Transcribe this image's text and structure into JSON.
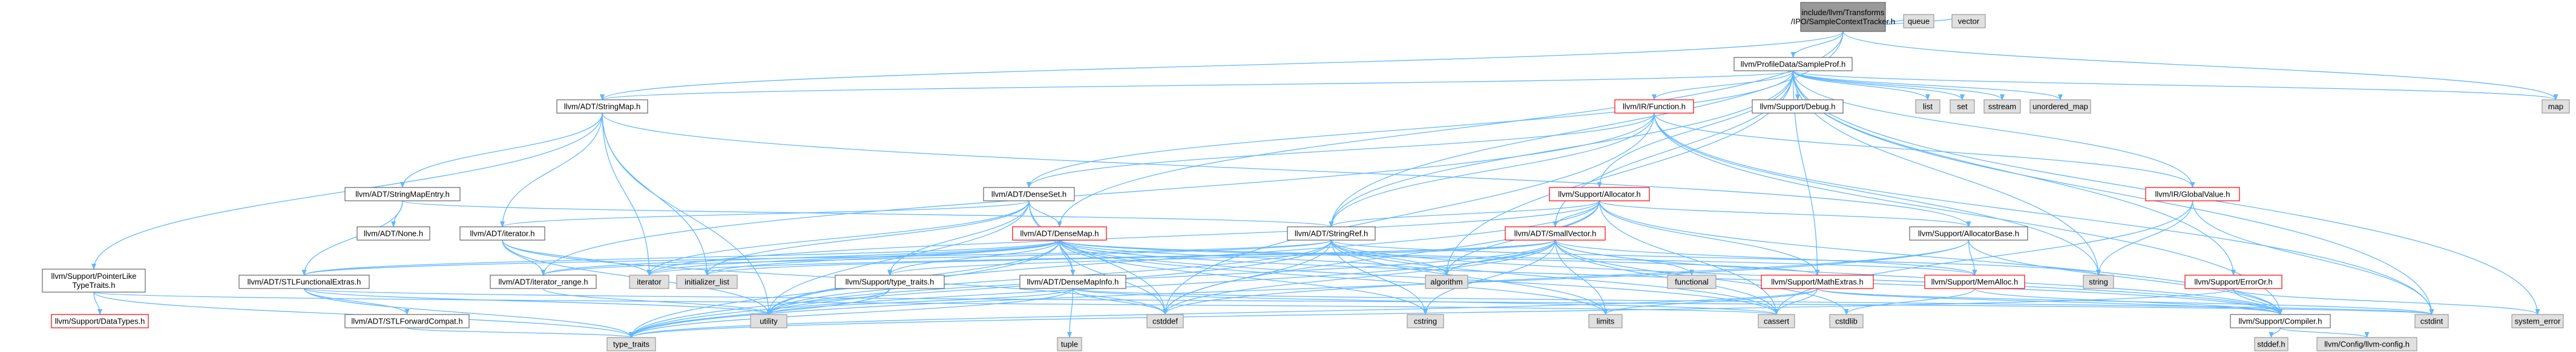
{
  "colors": {
    "root_fill": "#999999",
    "root_border": "#666666",
    "file_fill": "#ffffff",
    "file_border": "#666666",
    "red_border": "#ff0000",
    "system_fill": "#e0e0e0",
    "system_border": "#999999",
    "edge": "#63b8ff",
    "red_text": "#ff0000",
    "text": "#000000"
  },
  "nodes": [
    {
      "id": "root",
      "label": "include/llvm/Transforms\n/IPO/SampleContextTracker.h",
      "style": "root"
    },
    {
      "id": "queue",
      "label": "queue",
      "style": "system"
    },
    {
      "id": "vector",
      "label": "vector",
      "style": "system"
    },
    {
      "id": "sampleprof",
      "label": "llvm/ProfileData/SampleProf.h",
      "style": "file"
    },
    {
      "id": "map",
      "label": "map",
      "style": "system"
    },
    {
      "id": "stringmap",
      "label": "llvm/ADT/StringMap.h",
      "style": "file"
    },
    {
      "id": "irfunction",
      "label": "llvm/IR/Function.h",
      "style": "red"
    },
    {
      "id": "debug",
      "label": "llvm/Support/Debug.h",
      "style": "file"
    },
    {
      "id": "list",
      "label": "list",
      "style": "system"
    },
    {
      "id": "set",
      "label": "set",
      "style": "system"
    },
    {
      "id": "sstream",
      "label": "sstream",
      "style": "system"
    },
    {
      "id": "unordered_map",
      "label": "unordered_map",
      "style": "system"
    },
    {
      "id": "stringmapentry",
      "label": "llvm/ADT/StringMapEntry.h",
      "style": "file"
    },
    {
      "id": "denseset",
      "label": "llvm/ADT/DenseSet.h",
      "style": "file"
    },
    {
      "id": "allocator",
      "label": "llvm/Support/Allocator.h",
      "style": "red"
    },
    {
      "id": "globalvalue",
      "label": "llvm/IR/GlobalValue.h",
      "style": "red"
    },
    {
      "id": "pointerlike",
      "label": "llvm/Support/PointerLike\nTypeTraits.h",
      "style": "file"
    },
    {
      "id": "none",
      "label": "llvm/ADT/None.h",
      "style": "file"
    },
    {
      "id": "iteratorh",
      "label": "llvm/ADT/iterator.h",
      "style": "file"
    },
    {
      "id": "densemap",
      "label": "llvm/ADT/DenseMap.h",
      "style": "red"
    },
    {
      "id": "stringref",
      "label": "llvm/ADT/StringRef.h",
      "style": "file"
    },
    {
      "id": "smallvector",
      "label": "llvm/ADT/SmallVector.h",
      "style": "red"
    },
    {
      "id": "allocatorbase",
      "label": "llvm/Support/AllocatorBase.h",
      "style": "file"
    },
    {
      "id": "erroror",
      "label": "llvm/Support/ErrorOr.h",
      "style": "red"
    },
    {
      "id": "datatypes",
      "label": "llvm/Support/DataTypes.h",
      "style": "red"
    },
    {
      "id": "stlfunctional",
      "label": "llvm/ADT/STLFunctionalExtras.h",
      "style": "file"
    },
    {
      "id": "iteratorrange",
      "label": "llvm/ADT/iterator_range.h",
      "style": "file"
    },
    {
      "id": "iterator",
      "label": "iterator",
      "style": "system"
    },
    {
      "id": "initializer_list",
      "label": "initializer_list",
      "style": "system"
    },
    {
      "id": "typetraitsh",
      "label": "llvm/Support/type_traits.h",
      "style": "file"
    },
    {
      "id": "densemapinfo",
      "label": "llvm/ADT/DenseMapInfo.h",
      "style": "file"
    },
    {
      "id": "algorithm",
      "label": "algorithm",
      "style": "system"
    },
    {
      "id": "functional",
      "label": "functional",
      "style": "system"
    },
    {
      "id": "mathextras",
      "label": "llvm/Support/MathExtras.h",
      "style": "red"
    },
    {
      "id": "memalloc",
      "label": "llvm/Support/MemAlloc.h",
      "style": "red"
    },
    {
      "id": "string",
      "label": "string",
      "style": "system"
    },
    {
      "id": "system_error",
      "label": "system_error",
      "style": "system"
    },
    {
      "id": "stlforward",
      "label": "llvm/ADT/STLForwardCompat.h",
      "style": "file"
    },
    {
      "id": "utility",
      "label": "utility",
      "style": "system"
    },
    {
      "id": "tuple",
      "label": "tuple",
      "style": "system"
    },
    {
      "id": "cstddef",
      "label": "cstddef",
      "style": "system"
    },
    {
      "id": "cstring",
      "label": "cstring",
      "style": "system"
    },
    {
      "id": "limits",
      "label": "limits",
      "style": "system"
    },
    {
      "id": "cassert",
      "label": "cassert",
      "style": "system"
    },
    {
      "id": "cstdlib",
      "label": "cstdlib",
      "style": "system"
    },
    {
      "id": "compiler",
      "label": "llvm/Support/Compiler.h",
      "style": "file"
    },
    {
      "id": "cstdint",
      "label": "cstdint",
      "style": "system"
    },
    {
      "id": "type_traits",
      "label": "type_traits",
      "style": "system"
    },
    {
      "id": "stddef",
      "label": "stddef.h",
      "style": "system"
    },
    {
      "id": "llvmconfig",
      "label": "llvm/Config/llvm-config.h",
      "style": "system"
    }
  ],
  "edges": [
    [
      "root",
      "queue"
    ],
    [
      "root",
      "vector"
    ],
    [
      "root",
      "sampleprof"
    ],
    [
      "root",
      "map"
    ],
    [
      "root",
      "stringmap"
    ],
    [
      "root",
      "stringref"
    ],
    [
      "root",
      "densemap"
    ],
    [
      "sampleprof",
      "stringmap"
    ],
    [
      "sampleprof",
      "irfunction"
    ],
    [
      "sampleprof",
      "debug"
    ],
    [
      "sampleprof",
      "list"
    ],
    [
      "sampleprof",
      "set"
    ],
    [
      "sampleprof",
      "sstream"
    ],
    [
      "sampleprof",
      "unordered_map"
    ],
    [
      "sampleprof",
      "map"
    ],
    [
      "sampleprof",
      "denseset"
    ],
    [
      "sampleprof",
      "allocator"
    ],
    [
      "sampleprof",
      "globalvalue"
    ],
    [
      "sampleprof",
      "stringref"
    ],
    [
      "sampleprof",
      "smallvector"
    ],
    [
      "sampleprof",
      "erroror"
    ],
    [
      "sampleprof",
      "mathextras"
    ],
    [
      "sampleprof",
      "cstdint"
    ],
    [
      "sampleprof",
      "string"
    ],
    [
      "sampleprof",
      "system_error"
    ],
    [
      "sampleprof",
      "algorithm"
    ],
    [
      "stringmap",
      "stringmapentry"
    ],
    [
      "stringmap",
      "allocatorbase"
    ],
    [
      "stringmap",
      "iteratorh"
    ],
    [
      "stringmap",
      "pointerlike"
    ],
    [
      "stringmap",
      "iterator"
    ],
    [
      "stringmap",
      "initializer_list"
    ],
    [
      "stringmap",
      "utility"
    ],
    [
      "irfunction",
      "denseset"
    ],
    [
      "irfunction",
      "stringref"
    ],
    [
      "irfunction",
      "globalvalue"
    ],
    [
      "irfunction",
      "string"
    ],
    [
      "irfunction",
      "cstdint"
    ],
    [
      "irfunction",
      "cstddef"
    ],
    [
      "irfunction",
      "iteratorrange"
    ],
    [
      "irfunction",
      "compiler"
    ],
    [
      "stringmapentry",
      "none"
    ],
    [
      "stringmapentry",
      "stringref"
    ],
    [
      "stringmapentry",
      "stlfunctional"
    ],
    [
      "denseset",
      "densemap"
    ],
    [
      "denseset",
      "densemapinfo"
    ],
    [
      "denseset",
      "iteratorh"
    ],
    [
      "denseset",
      "iterator"
    ],
    [
      "denseset",
      "initializer_list"
    ],
    [
      "denseset",
      "cstddef"
    ],
    [
      "denseset",
      "utility"
    ],
    [
      "denseset",
      "typetraitsh"
    ],
    [
      "allocator",
      "allocatorbase"
    ],
    [
      "allocator",
      "mathextras"
    ],
    [
      "allocator",
      "smallvector"
    ],
    [
      "allocator",
      "stringref"
    ],
    [
      "allocator",
      "algorithm"
    ],
    [
      "allocator",
      "cassert"
    ],
    [
      "allocator",
      "cstddef"
    ],
    [
      "allocator",
      "iterator"
    ],
    [
      "allocator",
      "compiler"
    ],
    [
      "allocator",
      "utility"
    ],
    [
      "globalvalue",
      "string"
    ],
    [
      "globalvalue",
      "cstdint"
    ],
    [
      "globalvalue",
      "cassert"
    ],
    [
      "pointerlike",
      "datatypes"
    ],
    [
      "pointerlike",
      "type_traits"
    ],
    [
      "pointerlike",
      "cassert"
    ],
    [
      "iteratorh",
      "iteratorrange"
    ],
    [
      "iteratorh",
      "iterator"
    ],
    [
      "iteratorh",
      "cstddef"
    ],
    [
      "iteratorh",
      "utility"
    ],
    [
      "densemap",
      "densemapinfo"
    ],
    [
      "densemap",
      "typetraitsh"
    ],
    [
      "densemap",
      "mathextras"
    ],
    [
      "densemap",
      "memalloc"
    ],
    [
      "densemap",
      "compiler"
    ],
    [
      "densemap",
      "algorithm"
    ],
    [
      "densemap",
      "cassert"
    ],
    [
      "densemap",
      "cstddef"
    ],
    [
      "densemap",
      "cstring"
    ],
    [
      "densemap",
      "initializer_list"
    ],
    [
      "densemap",
      "iterator"
    ],
    [
      "densemap",
      "limits"
    ],
    [
      "densemap",
      "type_traits"
    ],
    [
      "densemap",
      "utility"
    ],
    [
      "densemap",
      "iteratorrange"
    ],
    [
      "densemap",
      "stlfunctional"
    ],
    [
      "stringref",
      "stlfunctional"
    ],
    [
      "stringref",
      "iteratorrange"
    ],
    [
      "stringref",
      "compiler"
    ],
    [
      "stringref",
      "algorithm"
    ],
    [
      "stringref",
      "cassert"
    ],
    [
      "stringref",
      "cstddef"
    ],
    [
      "stringref",
      "cstring"
    ],
    [
      "stringref",
      "limits"
    ],
    [
      "stringref",
      "string"
    ],
    [
      "stringref",
      "type_traits"
    ],
    [
      "stringref",
      "utility"
    ],
    [
      "smallvector",
      "compiler"
    ],
    [
      "smallvector",
      "typetraitsh"
    ],
    [
      "smallvector",
      "algorithm"
    ],
    [
      "smallvector",
      "cassert"
    ],
    [
      "smallvector",
      "cstddef"
    ],
    [
      "smallvector",
      "cstdlib"
    ],
    [
      "smallvector",
      "cstring"
    ],
    [
      "smallvector",
      "functional"
    ],
    [
      "smallvector",
      "initializer_list"
    ],
    [
      "smallvector",
      "iterator"
    ],
    [
      "smallvector",
      "limits"
    ],
    [
      "smallvector",
      "memalloc"
    ],
    [
      "smallvector",
      "type_traits"
    ],
    [
      "smallvector",
      "utility"
    ],
    [
      "allocatorbase",
      "compiler"
    ],
    [
      "allocatorbase",
      "memalloc"
    ],
    [
      "allocatorbase",
      "type_traits"
    ],
    [
      "allocatorbase",
      "cstddef"
    ],
    [
      "erroror",
      "system_error"
    ],
    [
      "erroror",
      "type_traits"
    ],
    [
      "erroror",
      "compiler"
    ],
    [
      "stlfunctional",
      "stlforward"
    ],
    [
      "stlfunctional",
      "cstdint"
    ],
    [
      "stlfunctional",
      "type_traits"
    ],
    [
      "stlfunctional",
      "utility"
    ],
    [
      "iteratorrange",
      "utility"
    ],
    [
      "typetraitsh",
      "type_traits"
    ],
    [
      "typetraitsh",
      "utility"
    ],
    [
      "densemapinfo",
      "cassert"
    ],
    [
      "densemapinfo",
      "cstddef"
    ],
    [
      "densemapinfo",
      "cstdint"
    ],
    [
      "densemapinfo",
      "tuple"
    ],
    [
      "densemapinfo",
      "type_traits"
    ],
    [
      "densemapinfo",
      "utility"
    ],
    [
      "mathextras",
      "compiler"
    ],
    [
      "mathextras",
      "cassert"
    ],
    [
      "mathextras",
      "limits"
    ],
    [
      "mathextras",
      "cstdint"
    ],
    [
      "mathextras",
      "type_traits"
    ],
    [
      "memalloc",
      "compiler"
    ],
    [
      "memalloc",
      "cstdlib"
    ],
    [
      "stlforward",
      "type_traits"
    ],
    [
      "compiler",
      "stddef"
    ],
    [
      "compiler",
      "llvmconfig"
    ]
  ]
}
